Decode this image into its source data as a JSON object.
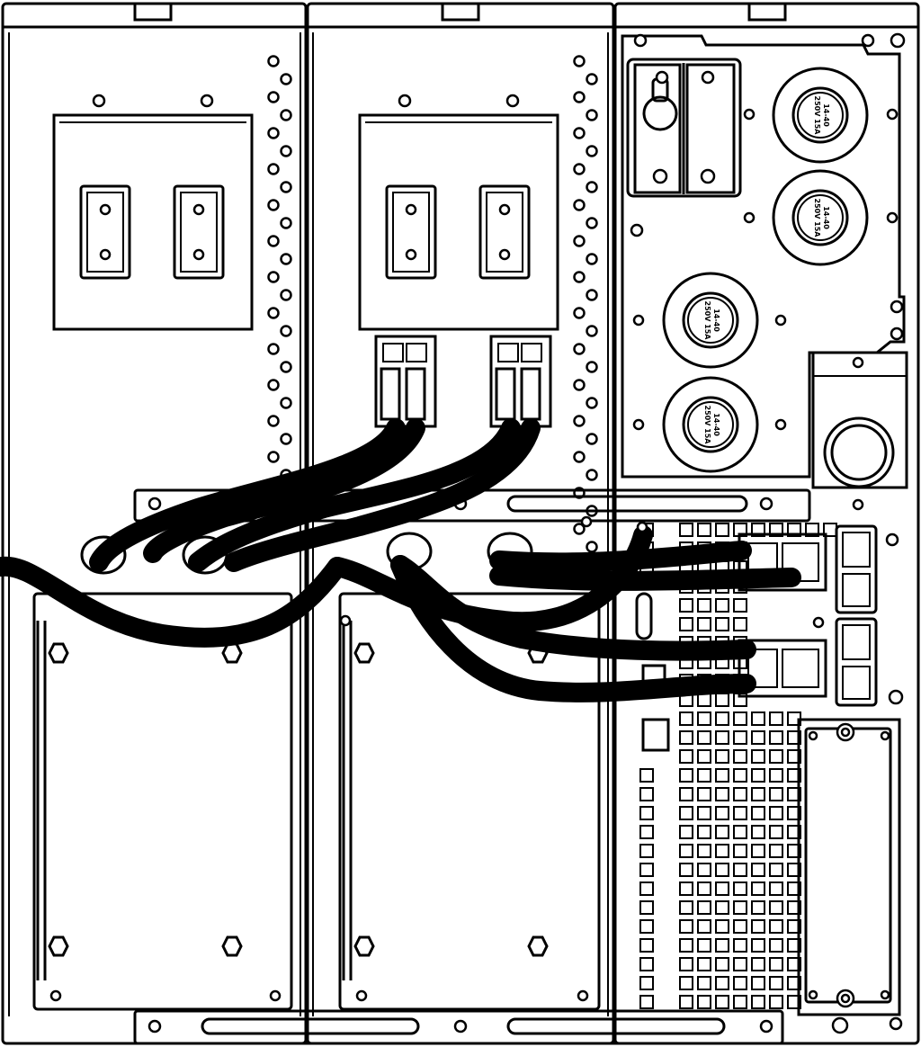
{
  "figure": {
    "description_free": true,
    "frames": [
      "battery-frame-1",
      "battery-frame-2",
      "ups-frame"
    ],
    "fuses": [
      {
        "id": "fuse-1",
        "label_lines": [
          "14-40",
          "250V 15A"
        ]
      },
      {
        "id": "fuse-2",
        "label_lines": [
          "14-40",
          "250V 15A"
        ]
      },
      {
        "id": "fuse-3",
        "label_lines": [
          "14-40",
          "250V 15A"
        ]
      },
      {
        "id": "fuse-4",
        "label_lines": [
          "14-40",
          "250V 15A"
        ]
      }
    ]
  }
}
